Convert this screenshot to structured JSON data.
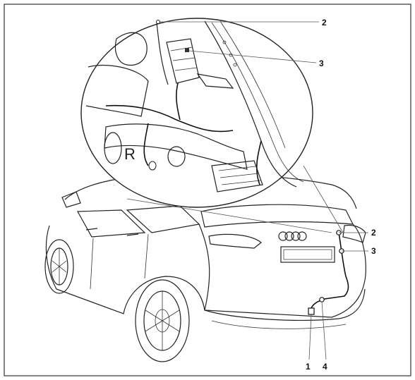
{
  "callouts": {
    "detail_2": "2",
    "detail_3": "3",
    "car_2": "2",
    "car_3": "3",
    "car_1": "1",
    "car_4": "4"
  },
  "badges": {
    "detail_letter": "R"
  },
  "colors": {
    "line": "#222222",
    "frame": "#333333",
    "background": "#ffffff"
  }
}
